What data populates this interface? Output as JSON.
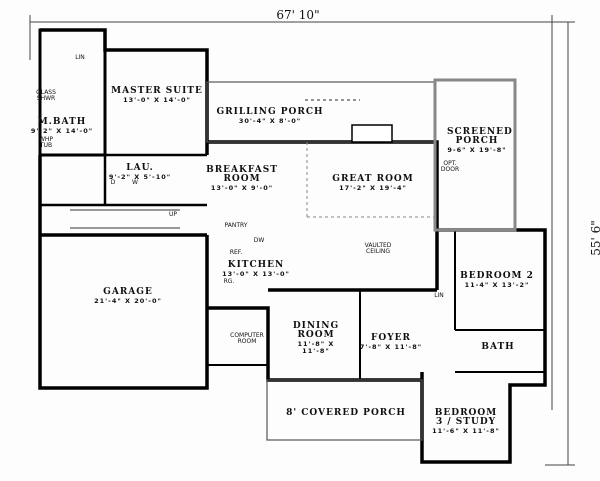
{
  "overall": {
    "width": "67' 10\"",
    "depth": "55' 6\""
  },
  "rooms": {
    "master_bath": {
      "name": "M.BATH",
      "size": "9'-2\" X 14'-0\""
    },
    "glass_shower": "GLASS SHWR",
    "whp_tub": "WHP TUB",
    "lin_master": "LIN",
    "master_suite": {
      "name": "MASTER SUITE",
      "size": "13'-0\" X 14'-0\""
    },
    "grilling_porch": {
      "name": "GRILLING PORCH",
      "size": "30'-4\" X 8'-0\""
    },
    "screened_porch": {
      "name": "SCREENED PORCH",
      "size": "9-6\" X 19'-8\""
    },
    "opt_door": "OPT. DOOR",
    "breakfast_room": {
      "name": "BREAKFAST ROOM",
      "size": "13'-0\" X 9'-0\""
    },
    "great_room": {
      "name": "GREAT ROOM",
      "size": "17'-2\" X 19'-4\""
    },
    "vaulted_ceiling": "VAULTED CEILING",
    "laundry": {
      "name": "LAU.",
      "size": "9'-2\" X 5'-10\""
    },
    "dryer": "D",
    "washer": "W",
    "stairs_up": "UP",
    "pantry": "PANTRY",
    "dishwasher": "DW",
    "refrigerator": "REF.",
    "range": "RG.",
    "kitchen": {
      "name": "KITCHEN",
      "size": "13'-0\" X 13'-0\""
    },
    "garage": {
      "name": "GARAGE",
      "size": "21'-4\" X 20'-0\""
    },
    "computer_room": "COMPUTER ROOM",
    "dining_room": {
      "name": "DINING ROOM",
      "size": "11'-8\" X 11'-8\""
    },
    "foyer": {
      "name": "FOYER",
      "size": "7'-8\" X 11'-8\""
    },
    "lin_hall": "LIN",
    "bath": {
      "name": "BATH"
    },
    "bedroom_2": {
      "name": "BEDROOM 2",
      "size": "11-4\" X 13'-2\""
    },
    "covered_porch": {
      "name": "8' COVERED PORCH"
    },
    "bedroom_3": {
      "name": "BEDROOM 3 / STUDY",
      "size": "11'-6\" X 11'-8\""
    }
  }
}
